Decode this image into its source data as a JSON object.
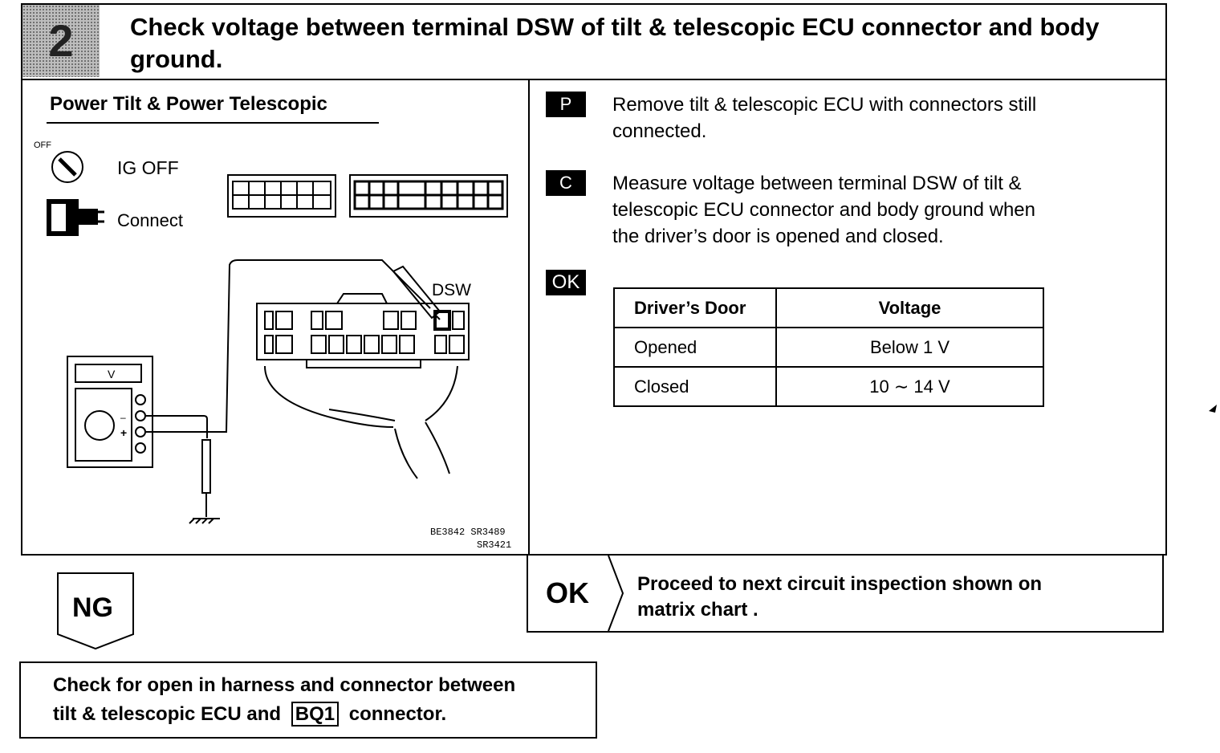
{
  "step": {
    "number": "2",
    "title": "Check voltage between terminal DSW of tilt & telescopic ECU connector and body ground."
  },
  "diagram": {
    "heading": "Power Tilt & Power Telescopic",
    "switch_label_small": "OFF",
    "ig_off": "IG OFF",
    "connect": "Connect",
    "meter_label": "V",
    "minus": "–",
    "plus": "+",
    "terminal_label": "DSW",
    "ref_line1": "BE3842 SR3489",
    "ref_line2": "SR3421"
  },
  "instructions": [
    {
      "tag": "P",
      "text_line1": "Remove tilt & telescopic ECU with connectors still",
      "text_line2": "connected."
    },
    {
      "tag": "C",
      "text_line1": "Measure voltage between terminal DSW of tilt &",
      "text_line2": "telescopic ECU connector and body ground when",
      "text_line3": "the driver’s door is opened and closed."
    }
  ],
  "ok_tag": "OK",
  "spec_table": {
    "headers": [
      "Driver’s Door",
      "Voltage"
    ],
    "rows": [
      [
        "Opened",
        "Below 1 V"
      ],
      [
        "Closed",
        "10 ∼ 14 V"
      ]
    ]
  },
  "ok_result": {
    "label": "OK",
    "line1": "Proceed to next circuit inspection shown on",
    "line2": "matrix chart ."
  },
  "ng_result": {
    "label": "NG",
    "line1": "Check for open in harness and connector between",
    "line2_a": "tilt & telescopic ECU and",
    "connector_code": "BQ1",
    "line2_b": "connector."
  }
}
